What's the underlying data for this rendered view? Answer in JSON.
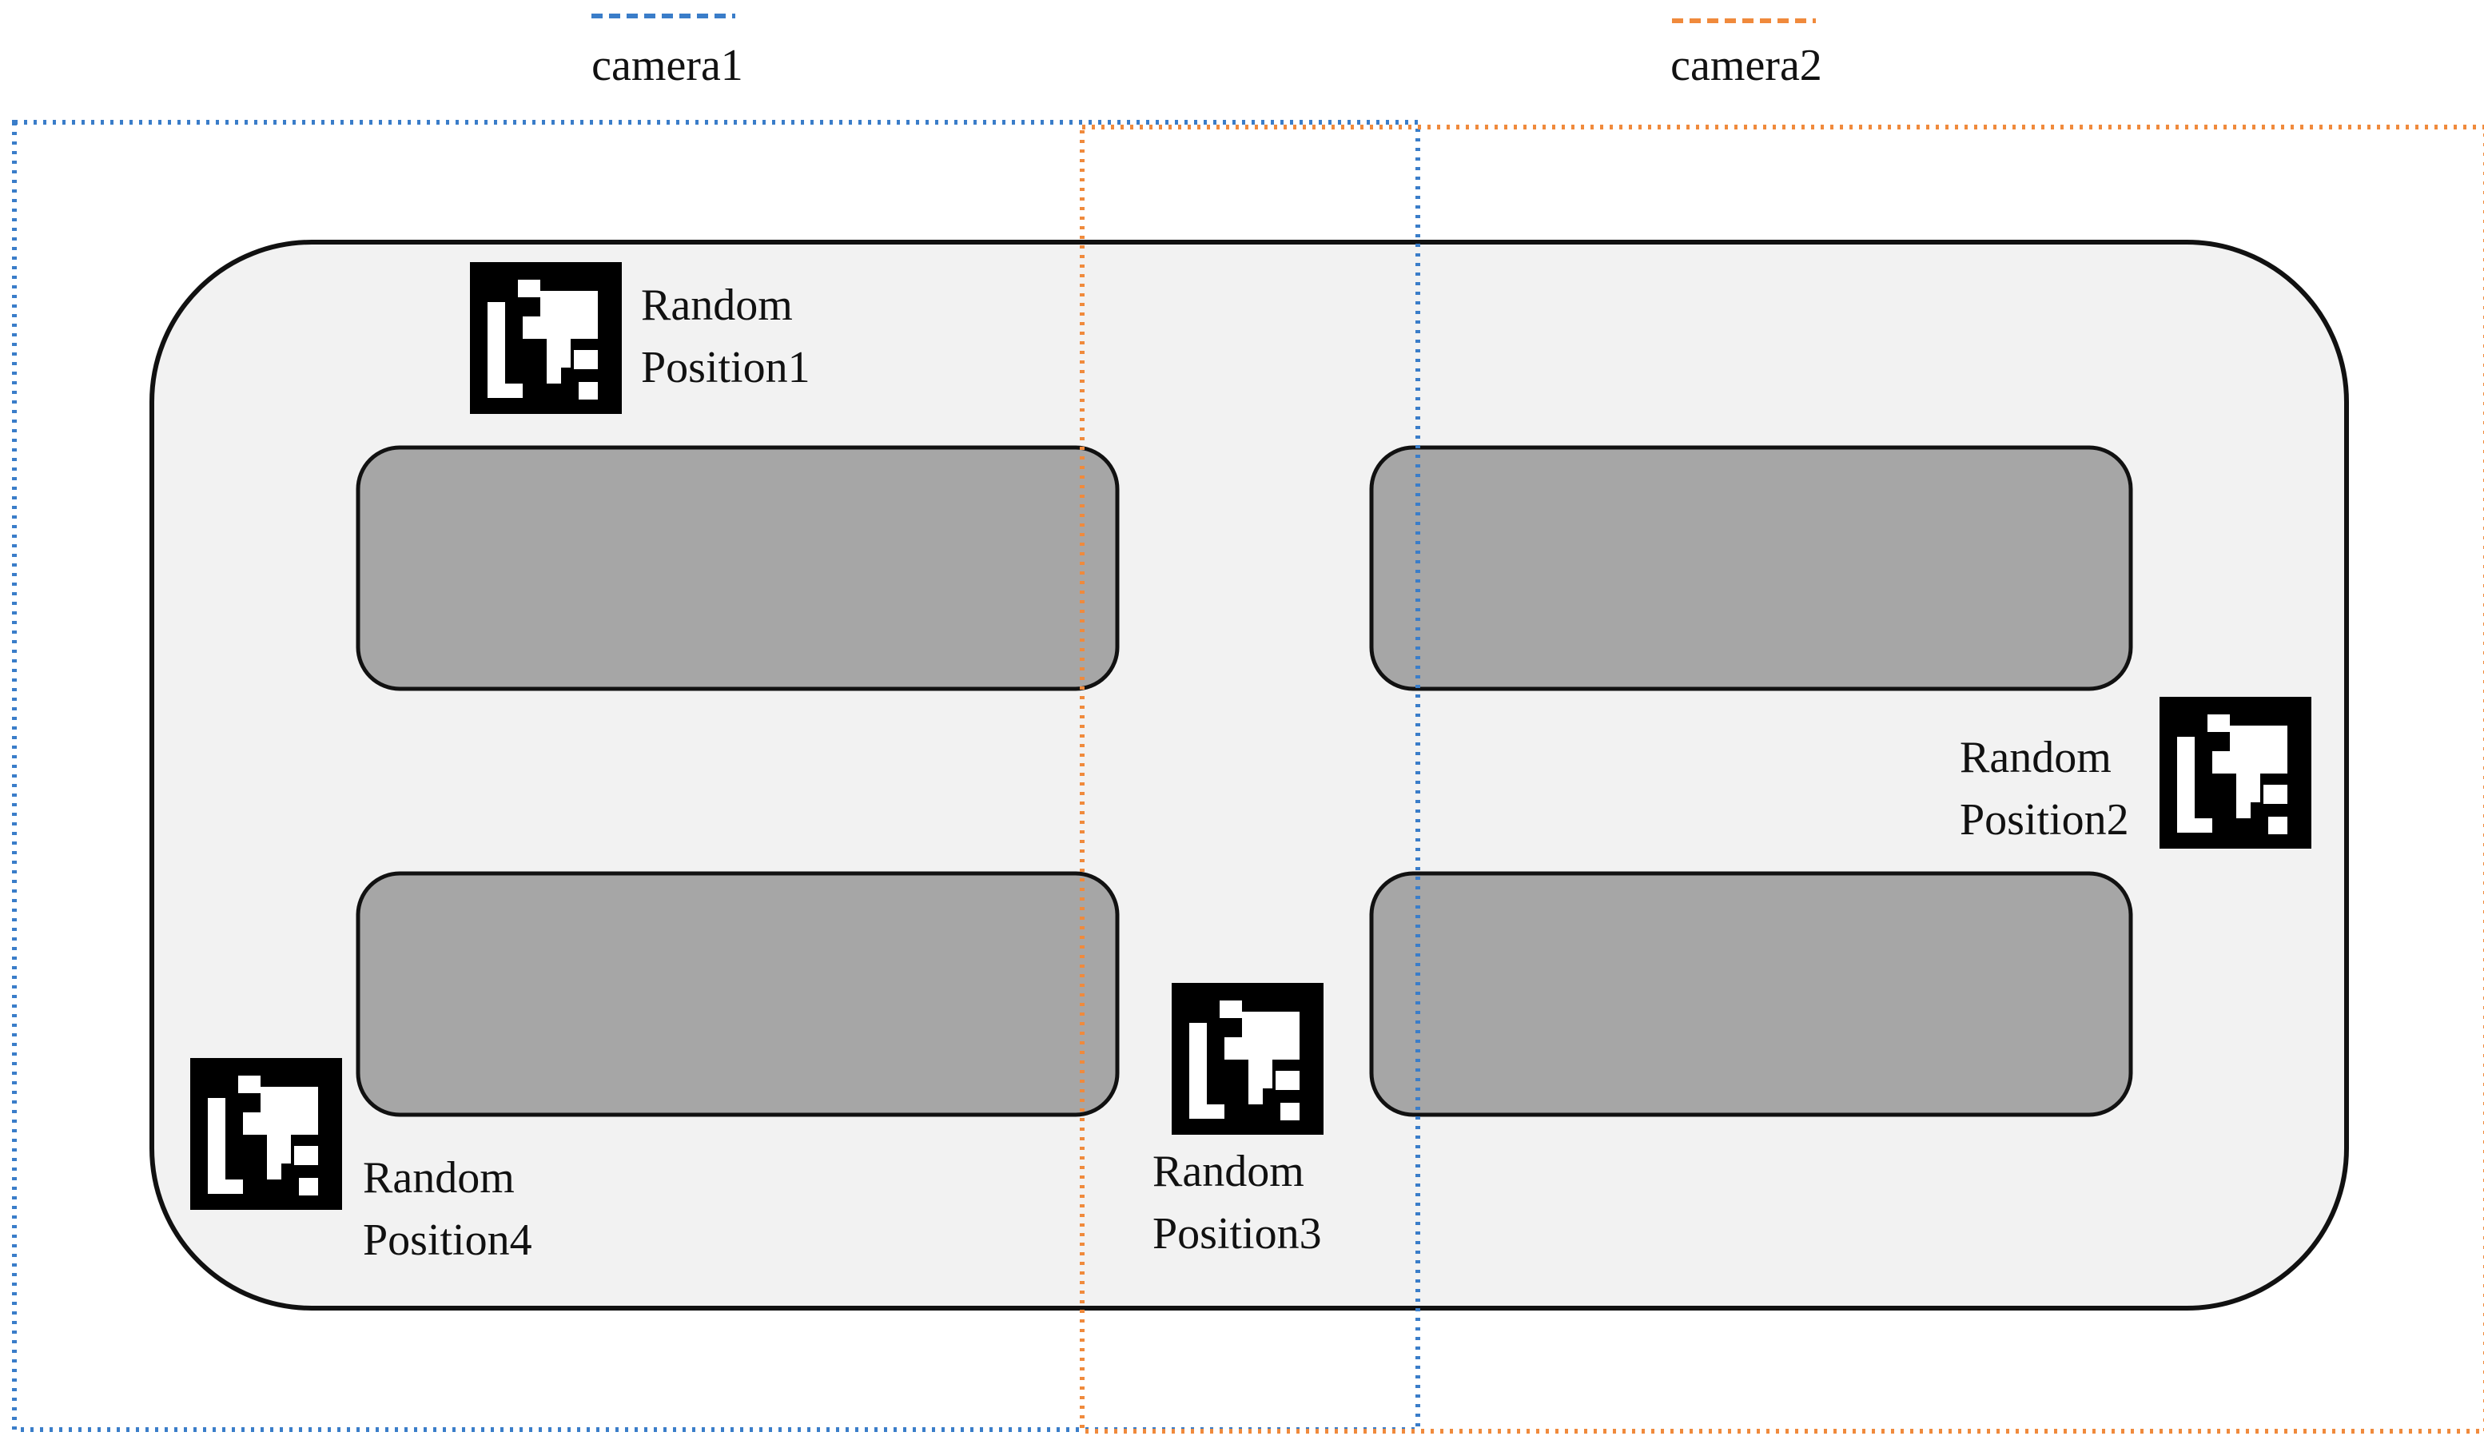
{
  "legend": {
    "camera1": {
      "label": "camera1",
      "color": "#3A7DC9"
    },
    "camera2": {
      "label": "camera2",
      "color": "#F08A3C"
    }
  },
  "colors": {
    "field_fill": "#F2F2F2",
    "field_stroke": "#111111",
    "obstacle_fill": "#A6A6A6",
    "obstacle_stroke": "#111111",
    "marker_black": "#000000",
    "marker_white": "#FFFFFF"
  },
  "markers": [
    {
      "label_line1": "Random",
      "label_line2": "Position1"
    },
    {
      "label_line1": "Random",
      "label_line2": "Position2"
    },
    {
      "label_line1": "Random",
      "label_line2": "Position3"
    },
    {
      "label_line1": "Random",
      "label_line2": "Position4"
    }
  ]
}
